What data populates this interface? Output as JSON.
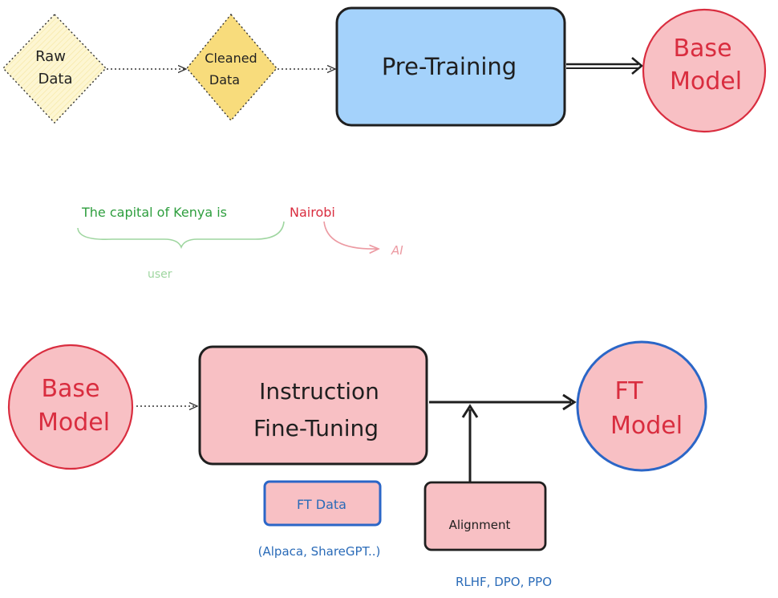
{
  "pretraining": {
    "raw_data": [
      "Raw",
      "Data"
    ],
    "cleaned_data": [
      "Cleaned",
      "Data"
    ],
    "pretraining_label": "Pre-Training",
    "base_model": [
      "Base",
      "Model"
    ]
  },
  "example": {
    "sentence": "The capital of Kenya is",
    "completion": "Nairobi",
    "user_label": "user",
    "ai_label": "AI"
  },
  "finetuning": {
    "base_model": [
      "Base",
      "Model"
    ],
    "ift_label": [
      "Instruction",
      "Fine-Tuning"
    ],
    "ft_model": [
      "FT",
      "Model"
    ],
    "ft_data_label": "FT Data",
    "ft_data_examples": "(Alpaca, ShareGPT..)",
    "alignment_label": "Alignment",
    "alignment_methods": "RLHF, DPO, PPO"
  },
  "colors": {
    "raw_fill": "#fdf3c4",
    "cleaned_fill": "#f8dc7c",
    "pretraining_fill": "#a4d2fb",
    "pink_fill": "#f8c0c4",
    "red_text": "#d92d3f",
    "green_text": "#2e9e3e",
    "green_light": "#9fd6a0",
    "pink_light": "#ec9aa2",
    "blue_text": "#2a6bb8",
    "blue_border": "#2b66c7"
  }
}
